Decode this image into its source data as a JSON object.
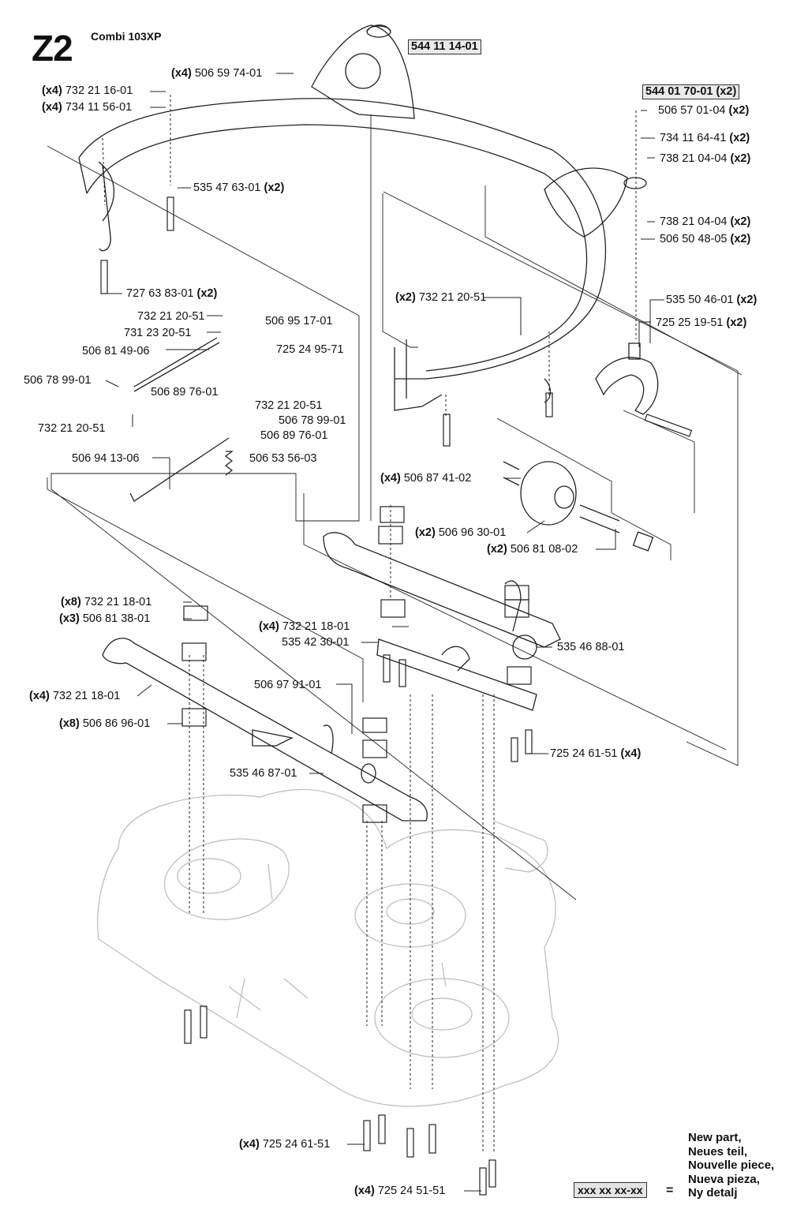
{
  "header": {
    "page_code": "Z2",
    "model": "Combi 103XP"
  },
  "legend": {
    "lines": [
      "New part,",
      "Neues teil,",
      "Nouvelle piece,",
      "Nueva pieza,",
      "Ny detalj"
    ],
    "sample_code": "xxx xx xx-xx",
    "equals": "="
  },
  "callouts": [
    {
      "id": "c01",
      "qty": "",
      "part": "544 11 14-01",
      "suffix": "",
      "is_new": true
    },
    {
      "id": "c02",
      "qty": "(x4)",
      "part": "506 59 74-01",
      "suffix": "",
      "is_new": false
    },
    {
      "id": "c03",
      "qty": "(x4)",
      "part": "732 21 16-01",
      "suffix": "",
      "is_new": false
    },
    {
      "id": "c04",
      "qty": "(x4)",
      "part": "734 11 56-01",
      "suffix": "",
      "is_new": false
    },
    {
      "id": "c05",
      "qty": "",
      "part": "544 01 70-01",
      "suffix": "(x2)",
      "is_new": true
    },
    {
      "id": "c06",
      "qty": "",
      "part": "506 57 01-04",
      "suffix": "(x2)",
      "is_new": false
    },
    {
      "id": "c07",
      "qty": "",
      "part": "734 11 64-41",
      "suffix": "(x2)",
      "is_new": false
    },
    {
      "id": "c08",
      "qty": "",
      "part": "738 21 04-04",
      "suffix": "(x2)",
      "is_new": false
    },
    {
      "id": "c09",
      "qty": "",
      "part": "535 47 63-01",
      "suffix": "(x2)",
      "is_new": false
    },
    {
      "id": "c10",
      "qty": "",
      "part": "738 21 04-04",
      "suffix": "(x2)",
      "is_new": false
    },
    {
      "id": "c11",
      "qty": "",
      "part": "506 50 48-05",
      "suffix": "(x2)",
      "is_new": false
    },
    {
      "id": "c12",
      "qty": "",
      "part": "727 63 83-01",
      "suffix": "(x2)",
      "is_new": false
    },
    {
      "id": "c13",
      "qty": "(x2)",
      "part": "732 21 20-51",
      "suffix": "",
      "is_new": false
    },
    {
      "id": "c14",
      "qty": "",
      "part": "535 50 46-01",
      "suffix": "(x2)",
      "is_new": false
    },
    {
      "id": "c15",
      "qty": "",
      "part": "725 25 19-51",
      "suffix": "(x2)",
      "is_new": false
    },
    {
      "id": "c16",
      "qty": "",
      "part": "732 21 20-51",
      "suffix": "",
      "is_new": false
    },
    {
      "id": "c17",
      "qty": "",
      "part": "506 95 17-01",
      "suffix": "",
      "is_new": false
    },
    {
      "id": "c18",
      "qty": "",
      "part": "731 23 20-51",
      "suffix": "",
      "is_new": false
    },
    {
      "id": "c19",
      "qty": "",
      "part": "725 24 95-71",
      "suffix": "",
      "is_new": false
    },
    {
      "id": "c20",
      "qty": "",
      "part": "506 81 49-06",
      "suffix": "",
      "is_new": false
    },
    {
      "id": "c21",
      "qty": "",
      "part": "506 78 99-01",
      "suffix": "",
      "is_new": false
    },
    {
      "id": "c22",
      "qty": "",
      "part": "506 89 76-01",
      "suffix": "",
      "is_new": false
    },
    {
      "id": "c23",
      "qty": "",
      "part": "732 21 20-51",
      "suffix": "",
      "is_new": false
    },
    {
      "id": "c24",
      "qty": "",
      "part": "732 21 20-51",
      "suffix": "",
      "is_new": false
    },
    {
      "id": "c25",
      "qty": "",
      "part": "506 78 99-01",
      "suffix": "",
      "is_new": false
    },
    {
      "id": "c26",
      "qty": "",
      "part": "506 89 76-01",
      "suffix": "",
      "is_new": false
    },
    {
      "id": "c27",
      "qty": "",
      "part": "506 94 13-06",
      "suffix": "",
      "is_new": false
    },
    {
      "id": "c28",
      "qty": "",
      "part": "506 53 56-03",
      "suffix": "",
      "is_new": false
    },
    {
      "id": "c29",
      "qty": "(x4)",
      "part": "506 87 41-02",
      "suffix": "",
      "is_new": false
    },
    {
      "id": "c30",
      "qty": "(x2)",
      "part": "506 96 30-01",
      "suffix": "",
      "is_new": false
    },
    {
      "id": "c31",
      "qty": "(x2)",
      "part": "506 81 08-02",
      "suffix": "",
      "is_new": false
    },
    {
      "id": "c32",
      "qty": "(x8)",
      "part": "732 21 18-01",
      "suffix": "",
      "is_new": false
    },
    {
      "id": "c33",
      "qty": "(x3)",
      "part": "506 81 38-01",
      "suffix": "",
      "is_new": false
    },
    {
      "id": "c34",
      "qty": "(x4)",
      "part": "732 21 18-01",
      "suffix": "",
      "is_new": false
    },
    {
      "id": "c35",
      "qty": "",
      "part": "535 42 30-01",
      "suffix": "",
      "is_new": false
    },
    {
      "id": "c36",
      "qty": "",
      "part": "535 46 88-01",
      "suffix": "",
      "is_new": false
    },
    {
      "id": "c37",
      "qty": "(x4)",
      "part": "732 21 18-01",
      "suffix": "",
      "is_new": false
    },
    {
      "id": "c38",
      "qty": "(x8)",
      "part": "506 86 96-01",
      "suffix": "",
      "is_new": false
    },
    {
      "id": "c39",
      "qty": "",
      "part": "506 97 91-01",
      "suffix": "",
      "is_new": false
    },
    {
      "id": "c40",
      "qty": "",
      "part": "725 24 61-51",
      "suffix": "(x4)",
      "is_new": false
    },
    {
      "id": "c41",
      "qty": "",
      "part": "535 46 87-01",
      "suffix": "",
      "is_new": false
    },
    {
      "id": "c42",
      "qty": "(x4)",
      "part": "725 24 61-51",
      "suffix": "",
      "is_new": false
    },
    {
      "id": "c43",
      "qty": "(x4)",
      "part": "725 24 51-51",
      "suffix": "",
      "is_new": false
    }
  ]
}
